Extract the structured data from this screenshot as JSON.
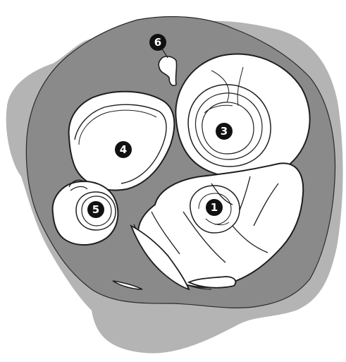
{
  "diagram": {
    "markers": [
      {
        "id": "1",
        "label": "1"
      },
      {
        "id": "3",
        "label": "3"
      },
      {
        "id": "4",
        "label": "4"
      },
      {
        "id": "5",
        "label": "5"
      },
      {
        "id": "6",
        "label": "6"
      }
    ]
  },
  "colors": {
    "outer_matrix": "#b4b4b4",
    "inner_matrix": "#8a8a8a",
    "object_fill": "#ffffff",
    "outline": "#1e1e1e",
    "marker_fill": "#111111",
    "marker_text": "#ffffff"
  }
}
